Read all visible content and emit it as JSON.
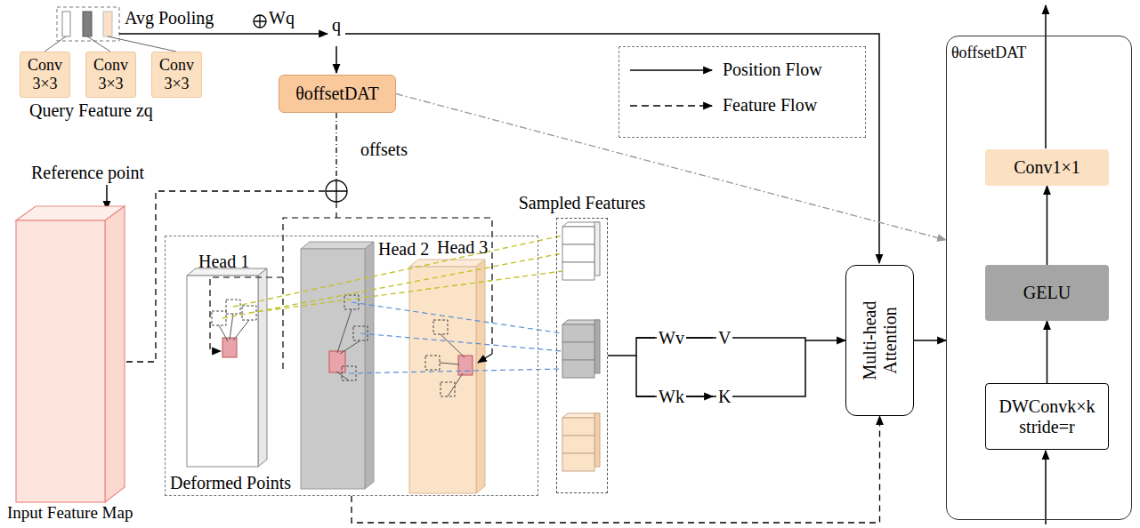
{
  "diagram": {
    "nodes": [
      {
        "text": [
          "Conv 3×3"
        ]
      },
      {
        "text": [
          "Conv 3×3"
        ]
      },
      {
        "text": [
          "Conv 3×3"
        ]
      },
      {
        "text": [
          "θoffsetDAT"
        ]
      },
      {
        "text": [
          "θoffsetDAT"
        ]
      },
      {
        "text": [
          "Conv1×1"
        ],
        "in": 4
      },
      {
        "text": [
          "GELU"
        ],
        "in": 4
      },
      {
        "text": [
          "DWConvk×k stride=r"
        ],
        "in": 4
      },
      {
        "text": [
          "Deformed Points"
        ]
      },
      {
        "text": [
          "Head 1"
        ],
        "in": 8
      },
      {
        "text": [
          "Head 2"
        ],
        "in": 8
      },
      {
        "text": [
          "Head 3"
        ],
        "in": 8
      },
      {
        "text": [
          "Sampled Features"
        ]
      },
      {
        "text": [
          "Multi-head Attention"
        ]
      }
    ],
    "edges": [
      {
        "from": 3,
        "to": 4,
        "arrow": "to"
      },
      {
        "from": 7,
        "to": 6,
        "arrow": "to"
      },
      {
        "from": 6,
        "to": 5,
        "arrow": "to"
      },
      {
        "from": 13,
        "to": 4,
        "arrow": "to"
      },
      {
        "from": 8,
        "to": 13,
        "arrow": "to"
      },
      {
        "from": 12,
        "to": 13,
        "arrow": "to"
      }
    ],
    "labels": [
      "Avg Pooling",
      "Wq",
      "q",
      "Query Feature zq",
      "offsets",
      "Reference point",
      "Input Feature Map",
      "Wv",
      "V",
      "Wk",
      "K"
    ],
    "legend": [
      {
        "text": "Position Flow"
      },
      {
        "text": "Feature Flow"
      }
    ]
  }
}
